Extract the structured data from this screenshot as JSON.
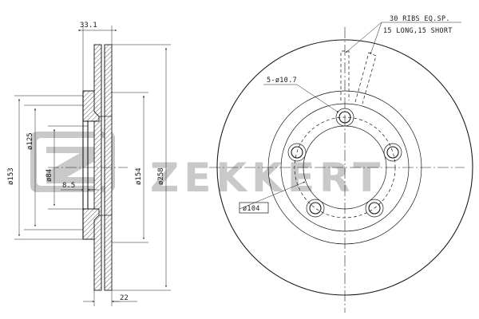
{
  "brand": {
    "wordmark": "ZEKKERT",
    "watermark_color": "#c9c9c9"
  },
  "side_view": {
    "dim_thickness": "33.1",
    "dim_hub_offset": "8.5",
    "dim_overall_width": "22",
    "dia_hat_outer": "ø153",
    "dia_hub_pcd": "ø125",
    "dia_center_bore": "ø84",
    "dia_friction_inner": "ø154",
    "dia_outer": "ø258"
  },
  "front_view": {
    "bolt_holes": "5-ø10.7",
    "pilot_dia": "ø104",
    "ribs_note_line1": "30 RIBS EQ.SP.",
    "ribs_note_line2": "15 LONG,15 SHORT"
  },
  "colors": {
    "line": "#1a1a1a",
    "background": "#ffffff"
  }
}
